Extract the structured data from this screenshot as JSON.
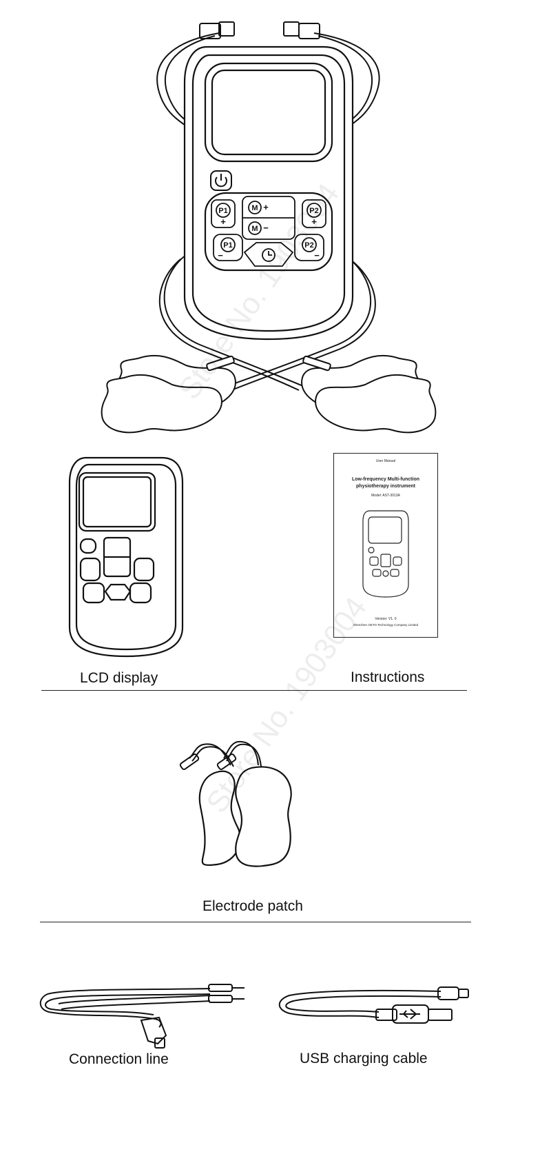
{
  "watermark": "Store No. 1903004",
  "device_buttons": {
    "p1_plus": "P1",
    "p2_plus": "P2",
    "m_plus": "M",
    "m_minus": "M",
    "p1_minus": "P1",
    "p2_minus": "P2",
    "plus_sign": "+",
    "minus_sign": "−"
  },
  "manual": {
    "header": "User Manual",
    "title_line1": "Low-frequency Multi-function",
    "title_line2": "physiotherapy instrument",
    "model": "Model: AST-3013A",
    "version": "Version: V1. 0",
    "company": "Shenzhen OETO Technology Company Limited"
  },
  "labels": {
    "lcd": "LCD display",
    "instructions": "Instructions",
    "electrode": "Electrode patch",
    "connection": "Connection line",
    "usb": "USB charging cable"
  }
}
